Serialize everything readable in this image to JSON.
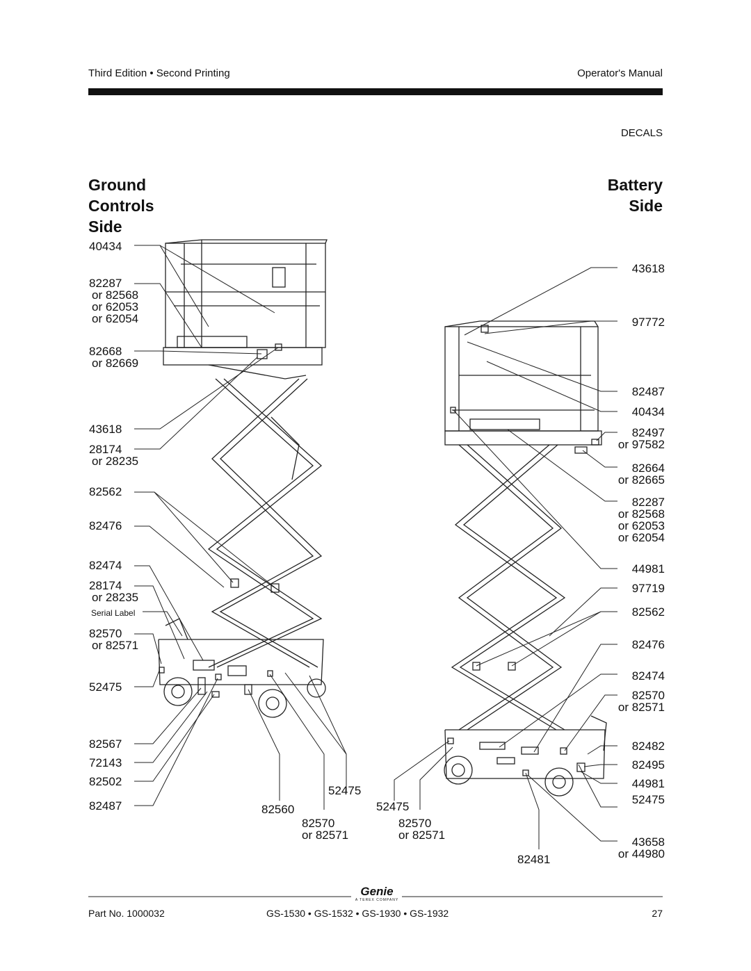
{
  "header": {
    "edition": "Third Edition • Second Printing",
    "manual": "Operator's Manual",
    "section": "DECALS"
  },
  "titles": {
    "left": [
      "Ground",
      "Controls",
      "Side"
    ],
    "right": [
      "Battery",
      "Side"
    ]
  },
  "left_callouts": [
    {
      "id": "l1",
      "lines": [
        "40434"
      ]
    },
    {
      "id": "l2",
      "lines": [
        "82287",
        "or 82568",
        "or 62053",
        "or 62054"
      ]
    },
    {
      "id": "l3",
      "lines": [
        "82668",
        "or 82669"
      ]
    },
    {
      "id": "l4",
      "lines": [
        "43618"
      ]
    },
    {
      "id": "l5",
      "lines": [
        "28174",
        "or 28235"
      ]
    },
    {
      "id": "l6",
      "lines": [
        "82562"
      ]
    },
    {
      "id": "l7",
      "lines": [
        "82476"
      ]
    },
    {
      "id": "l8",
      "lines": [
        "82474"
      ]
    },
    {
      "id": "l9",
      "lines": [
        "28174",
        "or 28235"
      ]
    },
    {
      "id": "l10",
      "lines": [
        "Serial Label"
      ]
    },
    {
      "id": "l11",
      "lines": [
        "82570",
        "or 82571"
      ]
    },
    {
      "id": "l12",
      "lines": [
        "52475"
      ]
    },
    {
      "id": "l13",
      "lines": [
        "82567"
      ]
    },
    {
      "id": "l14",
      "lines": [
        "72143"
      ]
    },
    {
      "id": "l15",
      "lines": [
        "82502"
      ]
    },
    {
      "id": "l16",
      "lines": [
        "82487"
      ]
    }
  ],
  "bottom_callouts": [
    {
      "id": "b1",
      "lines": [
        "82560"
      ]
    },
    {
      "id": "b2",
      "lines": [
        "52475"
      ]
    },
    {
      "id": "b3",
      "lines": [
        "82570",
        "or 82571"
      ]
    },
    {
      "id": "b4",
      "lines": [
        "52475"
      ]
    },
    {
      "id": "b5",
      "lines": [
        "82570",
        "or 82571"
      ]
    },
    {
      "id": "b6",
      "lines": [
        "82481"
      ]
    }
  ],
  "right_callouts": [
    {
      "id": "r1",
      "lines": [
        "43618"
      ]
    },
    {
      "id": "r2",
      "lines": [
        "97772"
      ]
    },
    {
      "id": "r3",
      "lines": [
        "82487"
      ]
    },
    {
      "id": "r4",
      "lines": [
        "40434"
      ]
    },
    {
      "id": "r5",
      "lines": [
        "82497",
        "or 97582"
      ]
    },
    {
      "id": "r6",
      "lines": [
        "82664",
        "or 82665"
      ]
    },
    {
      "id": "r7",
      "lines": [
        "82287",
        "or 82568",
        "or 62053",
        "or 62054"
      ]
    },
    {
      "id": "r8",
      "lines": [
        "44981"
      ]
    },
    {
      "id": "r9",
      "lines": [
        "97719"
      ]
    },
    {
      "id": "r10",
      "lines": [
        "82562"
      ]
    },
    {
      "id": "r11",
      "lines": [
        "82476"
      ]
    },
    {
      "id": "r12",
      "lines": [
        "82474"
      ]
    },
    {
      "id": "r13",
      "lines": [
        "82570",
        "or 82571"
      ]
    },
    {
      "id": "r14",
      "lines": [
        "82482"
      ]
    },
    {
      "id": "r15",
      "lines": [
        "82495"
      ]
    },
    {
      "id": "r16",
      "lines": [
        "44981"
      ]
    },
    {
      "id": "r17",
      "lines": [
        "52475"
      ]
    },
    {
      "id": "r18",
      "lines": [
        "43658",
        "or 44980"
      ]
    }
  ],
  "footer": {
    "part_no": "Part No. 1000032",
    "models": "GS-1530 • GS-1532 • GS-1930 • GS-1932",
    "page": "27",
    "logo_text": "Genie",
    "logo_sub": "A TEREX COMPANY"
  }
}
